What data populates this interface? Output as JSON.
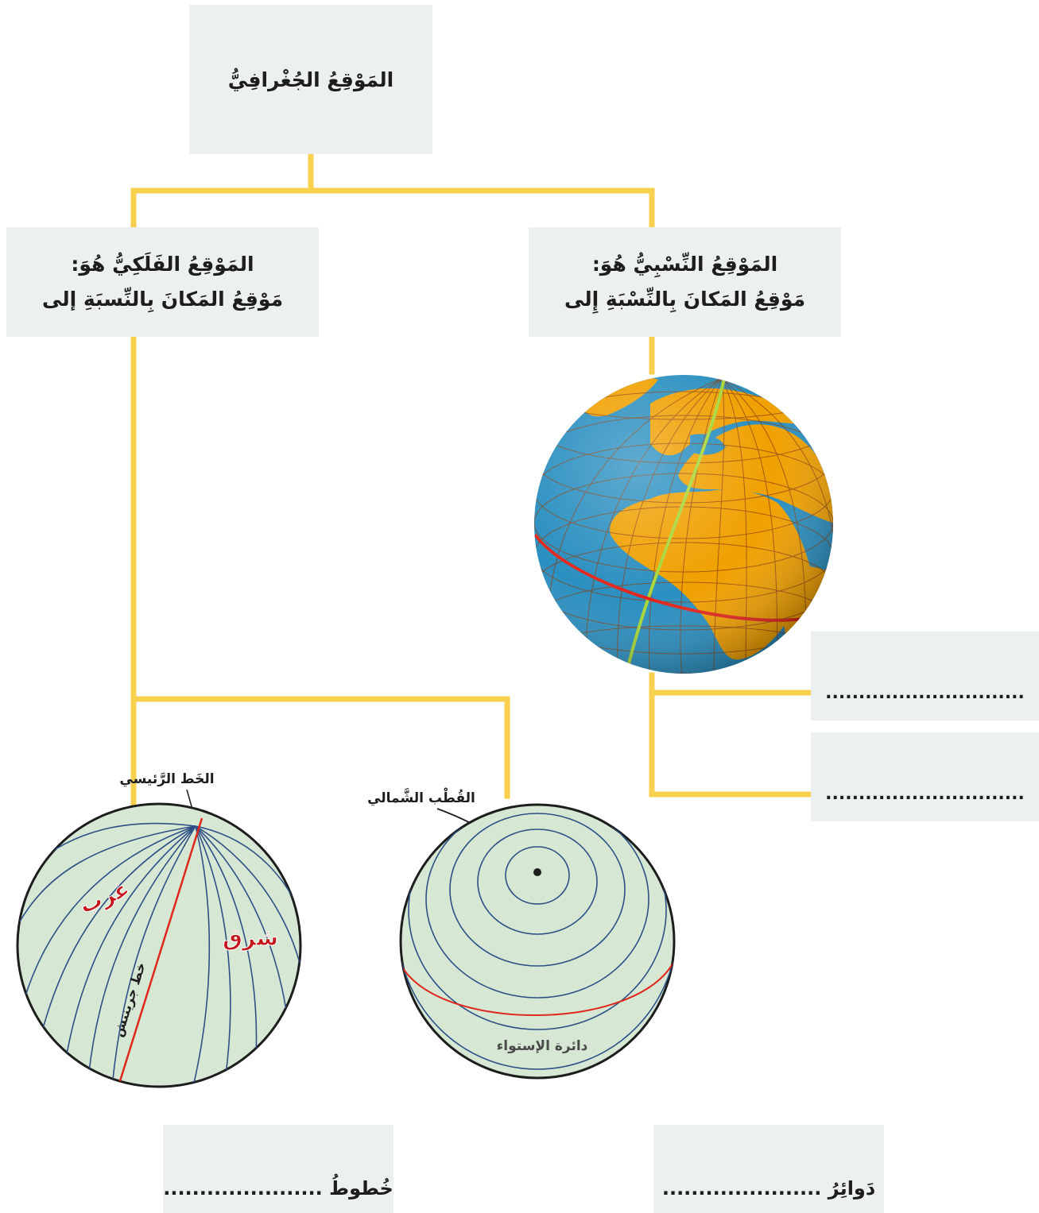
{
  "root": {
    "title": "المَوْقِعُ الجُغْرافِيُّ"
  },
  "relative": {
    "line1": "المَوْقِعُ النِّسْبِيُّ هُوَ:",
    "line2": "مَوْقِعُ المَكانَ بِالنِّسْبَةِ إِلى"
  },
  "astronomical": {
    "line1": "المَوْقِعُ الفَلَكِيُّ هُوَ:",
    "line2": "مَوْقِعُ المَكانَ بِالنِّسبَةِ إلى"
  },
  "blanks": {
    "first": "..............................",
    "second": "..............................",
    "lines": "خُطوطُ ......................",
    "circles": "دَوائِرُ ......................"
  },
  "globe_lon": {
    "prime_label": "الخَط الرَّئيسي",
    "west": "غرب",
    "east": "شرق",
    "greenwich": "خط جرينتش"
  },
  "globe_lat": {
    "pole_label": "القُطْب الشَّمالي",
    "equator_label": "دائرة الإستواء"
  },
  "colors": {
    "connector": "#f8cf4f",
    "box_bg": "#edf0f1",
    "ocean": "#2a8fc0",
    "land": "#f0a000",
    "globe_green": "#d6e8d4",
    "red_line": "#e1261c",
    "accent_red": "#c4161c"
  }
}
